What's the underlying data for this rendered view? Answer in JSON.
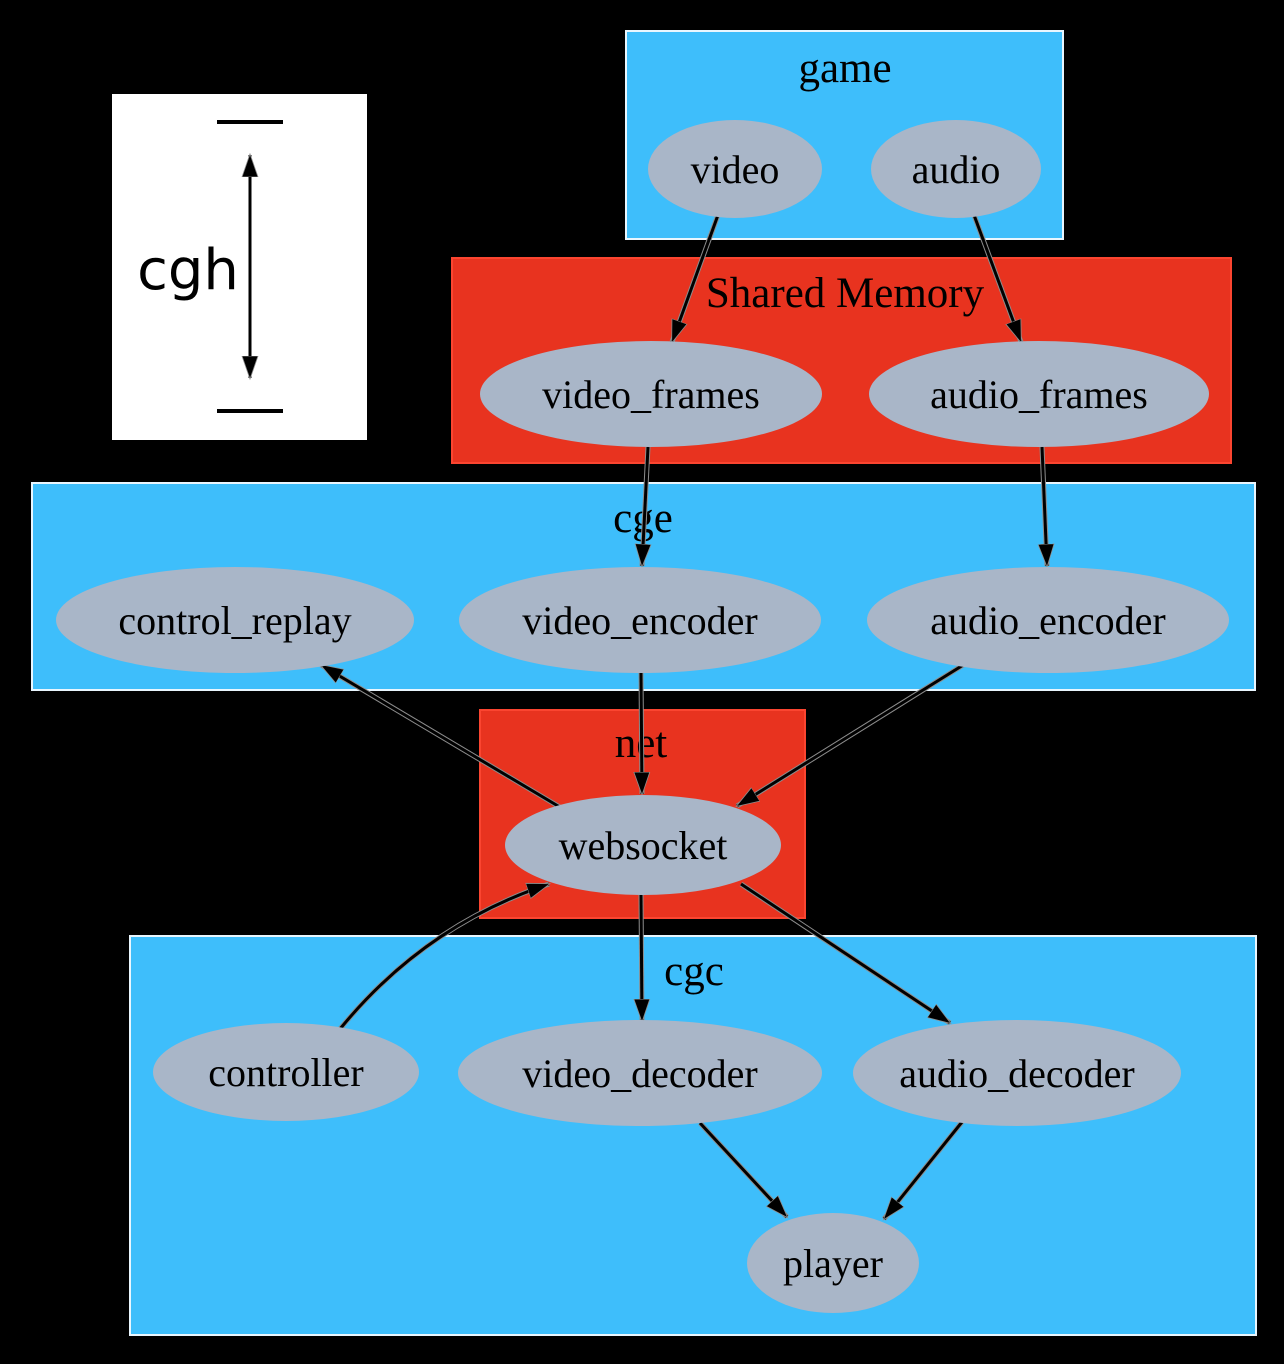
{
  "colors": {
    "background": "#000000",
    "cluster_blue": "#3ebefb",
    "cluster_blue_border": "#e9f6fe",
    "cluster_red": "#e8331f",
    "cluster_red_border": "#fb4530",
    "node_fill": "#a9b6c8",
    "legend_bg": "#ffffff",
    "text": "#000000"
  },
  "legend": {
    "label": "cgh"
  },
  "clusters": {
    "game": {
      "label": "game",
      "nodes": [
        "video",
        "audio"
      ]
    },
    "shared_memory": {
      "label": "Shared Memory",
      "nodes": [
        "video_frames",
        "audio_frames"
      ]
    },
    "cge": {
      "label": "cge",
      "nodes": [
        "control_replay",
        "video_encoder",
        "audio_encoder"
      ]
    },
    "net": {
      "label": "net",
      "nodes": [
        "websocket"
      ]
    },
    "cgc": {
      "label": "cgc",
      "nodes": [
        "controller",
        "video_decoder",
        "audio_decoder",
        "player"
      ]
    }
  },
  "nodes": {
    "video": {
      "label": "video"
    },
    "audio": {
      "label": "audio"
    },
    "video_frames": {
      "label": "video_frames"
    },
    "audio_frames": {
      "label": "audio_frames"
    },
    "control_replay": {
      "label": "control_replay"
    },
    "video_encoder": {
      "label": "video_encoder"
    },
    "audio_encoder": {
      "label": "audio_encoder"
    },
    "websocket": {
      "label": "websocket"
    },
    "controller": {
      "label": "controller"
    },
    "video_decoder": {
      "label": "video_decoder"
    },
    "audio_decoder": {
      "label": "audio_decoder"
    },
    "player": {
      "label": "player"
    }
  },
  "edges": [
    {
      "from": "video",
      "to": "video_frames"
    },
    {
      "from": "audio",
      "to": "audio_frames"
    },
    {
      "from": "video_frames",
      "to": "video_encoder"
    },
    {
      "from": "audio_frames",
      "to": "audio_encoder"
    },
    {
      "from": "video_encoder",
      "to": "websocket"
    },
    {
      "from": "audio_encoder",
      "to": "websocket"
    },
    {
      "from": "websocket",
      "to": "control_replay"
    },
    {
      "from": "controller",
      "to": "websocket"
    },
    {
      "from": "websocket",
      "to": "video_decoder"
    },
    {
      "from": "websocket",
      "to": "audio_decoder"
    },
    {
      "from": "video_decoder",
      "to": "player"
    },
    {
      "from": "audio_decoder",
      "to": "player"
    }
  ]
}
